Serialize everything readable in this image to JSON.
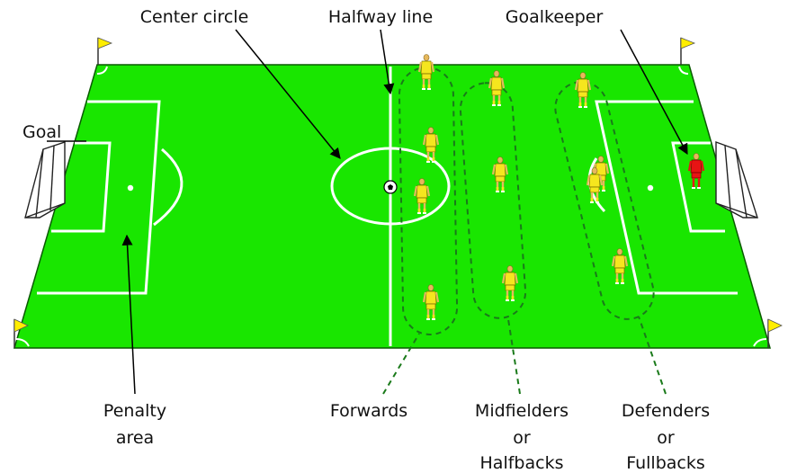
{
  "labels": {
    "center_circle": "Center circle",
    "halfway_line": "Halfway line",
    "goalkeeper": "Goalkeeper",
    "goal": "Goal",
    "penalty_area": [
      "Penalty",
      "area"
    ],
    "forwards": "Forwards",
    "midfielders": [
      "Midfielders",
      "or",
      "Halfbacks"
    ],
    "defenders": [
      "Defenders",
      "or",
      "Fullbacks"
    ]
  },
  "colors": {
    "pitch": "#19e600",
    "lines": "#ffffff",
    "team_kit": "#f5e61e",
    "goalkeeper_kit": "#e81414",
    "flag": "#ffee00",
    "group_outline": "#1a7a1a"
  },
  "formation": {
    "forwards": 4,
    "midfielders": 3,
    "defenders": 4,
    "goalkeeper": 1
  }
}
